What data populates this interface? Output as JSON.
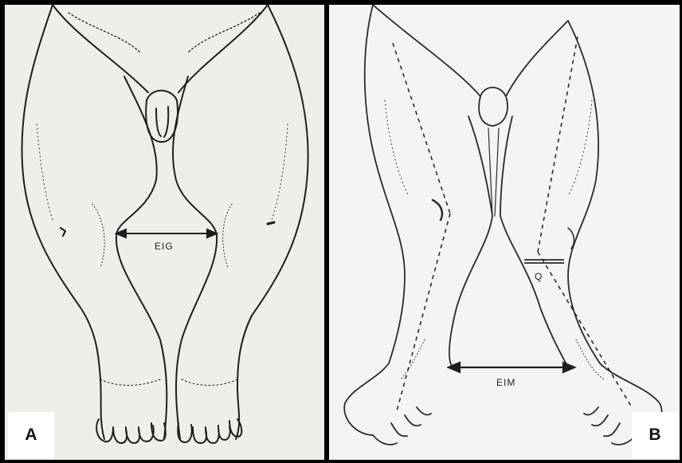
{
  "figure": {
    "panel_a": {
      "letter": "A",
      "measurement_label": "EIG"
    },
    "panel_b": {
      "letter": "B",
      "measurement_label": "EIM",
      "angle_label": "Q"
    }
  },
  "colors": {
    "ink": "#222222",
    "paper_a": "#efefe9",
    "paper_b": "#f4f4f3",
    "border": "#000000"
  }
}
